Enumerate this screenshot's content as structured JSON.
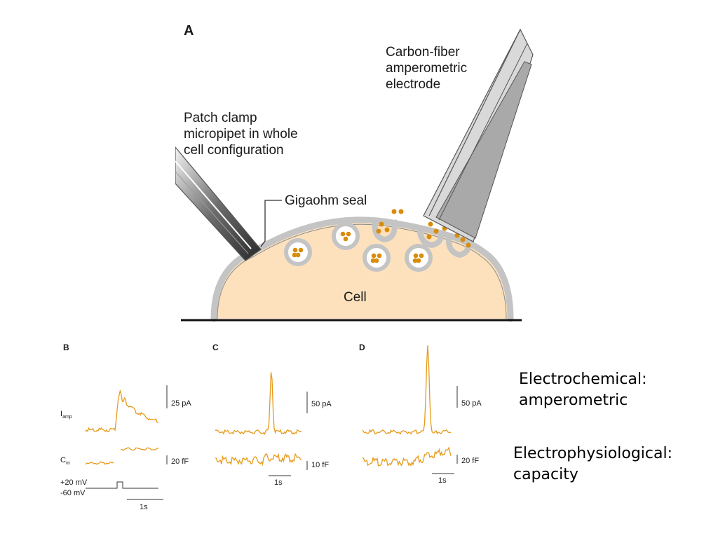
{
  "colors": {
    "cell_fill": "#fde1bd",
    "membrane": "#c4c4c4",
    "membrane_edge": "#8a8a8a",
    "granule": "#d98c0b",
    "trace": "#e69a1a",
    "electrode": "#a9a9a9"
  },
  "panel_a": {
    "letter": "A",
    "carbon_fiber_label": [
      "Carbon-fiber",
      "amperometric",
      "electrode"
    ],
    "patch_clamp_label": [
      "Patch clamp",
      "micropipet in whole",
      "cell configuration"
    ],
    "gigaohm_label": "Gigaohm seal",
    "cell_label": "Cell"
  },
  "panel_b": {
    "letter": "B",
    "iamp_label": "I",
    "iamp_sub": "amp",
    "cm_label": "C",
    "cm_sub": "m",
    "amp_scale": "25 pA",
    "cap_scale": "20 fF",
    "v_high": "+20 mV",
    "v_low": "-60 mV",
    "time_scale": "1s"
  },
  "panel_c": {
    "letter": "C",
    "amp_scale": "50 pA",
    "cap_scale": "10 fF",
    "time_scale": "1s"
  },
  "panel_d": {
    "letter": "D",
    "amp_scale": "50 pA",
    "cap_scale": "20 fF",
    "time_scale": "1s"
  },
  "side_labels": {
    "electrochemical": [
      "Electrochemical:",
      "amperometric"
    ],
    "electrophysiological": [
      "Electrophysiological:",
      "capacity"
    ]
  }
}
